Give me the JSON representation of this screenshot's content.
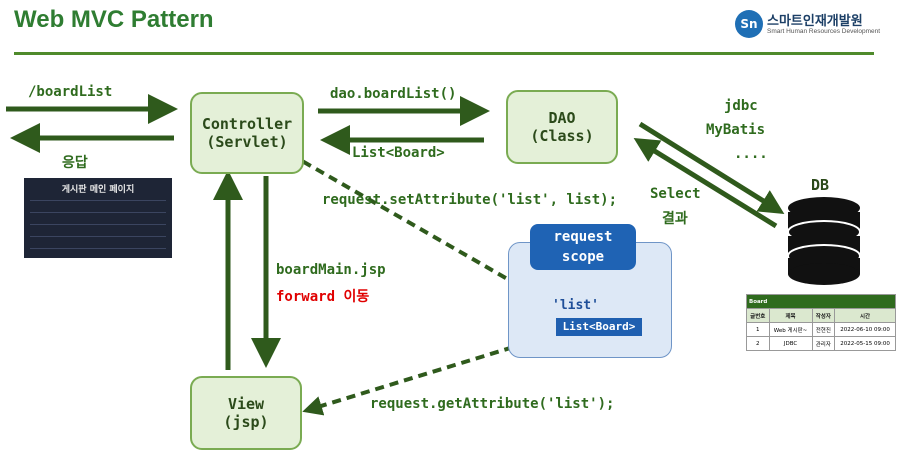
{
  "title": "Web MVC Pattern",
  "logo": {
    "mark": "Sn",
    "name": "스마트인재개발원",
    "sub": "Smart Human Resources Development"
  },
  "boxes": {
    "controller": {
      "line1": "Controller",
      "line2": "(Servlet)"
    },
    "dao": {
      "line1": "DAO",
      "line2": "(Class)"
    },
    "view": {
      "line1": "View",
      "line2": "(jsp)"
    }
  },
  "labels": {
    "request": "/boardList",
    "response": "응답",
    "dao_call": "dao.boardList()",
    "dao_return": "List<Board>",
    "jdbc": "jdbc",
    "mybatis": "MyBatis",
    "dots": "....",
    "select": "Select",
    "result": "결과",
    "set_attr": "request.setAttribute('list', list);",
    "board_main": "boardMain.jsp",
    "forward": "forward",
    "move": "이동",
    "get_attr": "request.getAttribute('list');"
  },
  "scope": {
    "line1": "request",
    "line2": "scope",
    "key": "'list'",
    "value": "List<Board>"
  },
  "screenshot": {
    "title": "게시판 메인 페이지"
  },
  "db": {
    "label": "DB",
    "table_name": "Board",
    "columns": [
      "글번호",
      "제목",
      "작성자",
      "시간"
    ],
    "rows": [
      [
        "1",
        "Web 게시판~",
        "전현진",
        "2022-06-10 09:00"
      ],
      [
        "2",
        "JDBC",
        "관리자",
        "2022-05-15 09:00"
      ]
    ]
  },
  "colors": {
    "accent": "#2f6b1e",
    "box_fill": "#e4f0d8",
    "scope_header": "#1f63b4",
    "forward": "#e00000"
  }
}
